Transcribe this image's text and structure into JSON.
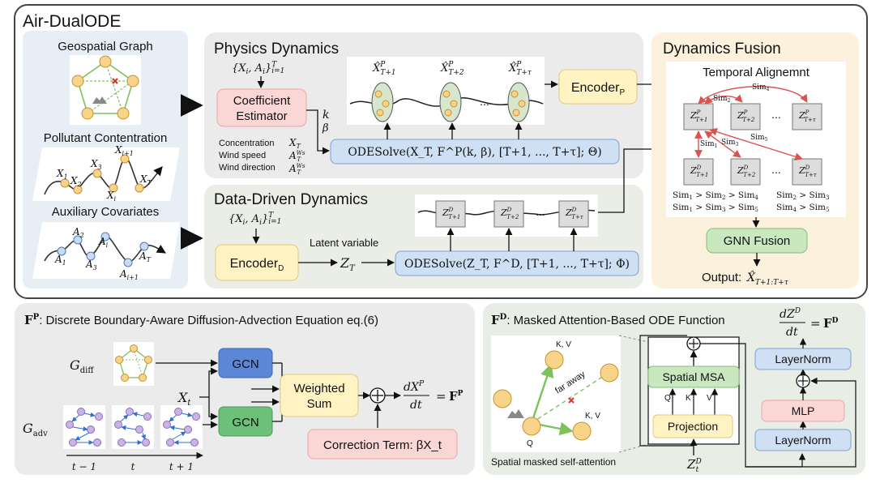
{
  "main": {
    "title": "Air-DualODE",
    "geo_graph": "Geospatial Graph",
    "pollutant": "Pollutant Contentration",
    "auxiliary": "Auxiliary Covariates",
    "x_labels": [
      "X",
      "X",
      "X",
      "X",
      "X",
      "X"
    ],
    "x_subs": [
      "1",
      "2",
      "3",
      "i+1",
      "i",
      "T"
    ],
    "a_labels": [
      "A",
      "A",
      "A",
      "A",
      "A",
      "A"
    ],
    "a_subs": [
      "1",
      "2",
      "3",
      "i",
      "T",
      "i+1"
    ]
  },
  "physics": {
    "title": "Physics Dynamics",
    "input_set": "{X_i, A_i}_{i=1}^T",
    "coef_line1": "Coefficient",
    "coef_line2": "Estimator",
    "k": "k",
    "beta": "β",
    "conc_label": "Concentration",
    "wind_speed_label": "Wind speed",
    "wind_dir_label": "Wind direction",
    "conc_var": "X_T",
    "ws_var": "A_T^{W_s}",
    "wd_var": "A_T^{W_s}",
    "odesolve": "ODESolve(X_T, F^P(k, β), [T+1, ..., T+τ]; Θ)",
    "hat_labels": [
      "X̂_{T+1}^P",
      "X̂_{T+2}^P",
      "X̂_{T+τ}^P"
    ],
    "ellipsis": "...",
    "encoder": "Encoder",
    "encoder_sub": "P"
  },
  "datadriven": {
    "title": "Data-Driven Dynamics",
    "input_set": "{X_i, A_i}_{i=1}^T",
    "encoder": "Encoder",
    "encoder_sub": "D",
    "latent": "Latent variable",
    "zt": "Z_T",
    "odesolve": "ODESolve(Z_T, F^D, [T+1, ..., T+τ]; Φ)",
    "z_labels": [
      "Z_{T+1}^D",
      "Z_{T+2}^D",
      "Z_{T+τ}^D"
    ],
    "ellipsis": "..."
  },
  "fusion": {
    "title": "Dynamics Fusion",
    "temporal": "Temporal Alignemnt",
    "zp_labels": [
      "Z_{T+1}^P",
      "Z_{T+2}^P",
      "Z_{T+τ}^P"
    ],
    "zd_labels": [
      "Z_{T+1}^D",
      "Z_{T+2}^D",
      "Z_{T+τ}^D"
    ],
    "sims": [
      "Sim_4",
      "Sim_2",
      "Sim_1",
      "Sim_3",
      "Sim_5"
    ],
    "ineq": [
      "Sim_1 > Sim_2 > Sim_4",
      "Sim_2 > Sim_3",
      "Sim_1 > Sim_3 > Sim_5",
      "Sim_4 > Sim_5"
    ],
    "gnn": "GNN Fusion",
    "output_label": "Output:",
    "output_var": "X̂_{T+1:T+τ}",
    "ellipsis": "..."
  },
  "fp": {
    "title_prefix": "F",
    "title_sup": "P",
    "title_text": ": Discrete Boundary-Aware Diffusion-Advection Equation eq.(6)",
    "gdiff": "G_diff",
    "gadv": "G_adv",
    "xt": "X_t",
    "gcn": "GCN",
    "weighted_line1": "Weighted",
    "weighted_line2": "Sum",
    "correction": "Correction Term: βX_t",
    "deriv": "dX^P/dt = F^P",
    "time_labels": [
      "t − 1",
      "t",
      "t + 1"
    ]
  },
  "fd": {
    "title_prefix": "F",
    "title_sup": "D",
    "title_text": ": Masked Attention-Based ODE Function",
    "deriv": "dZ^D/dt = F^D",
    "kv": "K, V",
    "q": "Q",
    "far_away": "far away",
    "spatial_caption": "Spatial masked self-attention",
    "spatial_msa": "Spatial MSA",
    "qkv": [
      "Q",
      "K",
      "V"
    ],
    "projection": "Projection",
    "layernorm": "LayerNorm",
    "mlp": "MLP",
    "ztd": "Z_t^D"
  },
  "colors": {
    "top_panel": "#E7EEF6",
    "gray_panel": "#EBEBEB",
    "fusion_panel": "#FCF1DC",
    "node_orange": "#F7D48A",
    "node_purple": "#C9B4E6",
    "pink": "#FAD7D5",
    "yellow": "#FFF3C4",
    "blue": "#CFE0F4",
    "green": "#C9E8C0",
    "gcn_blue": "#5C87D6",
    "gcn_green": "#6CC07A",
    "red_accent": "#D9534F"
  }
}
